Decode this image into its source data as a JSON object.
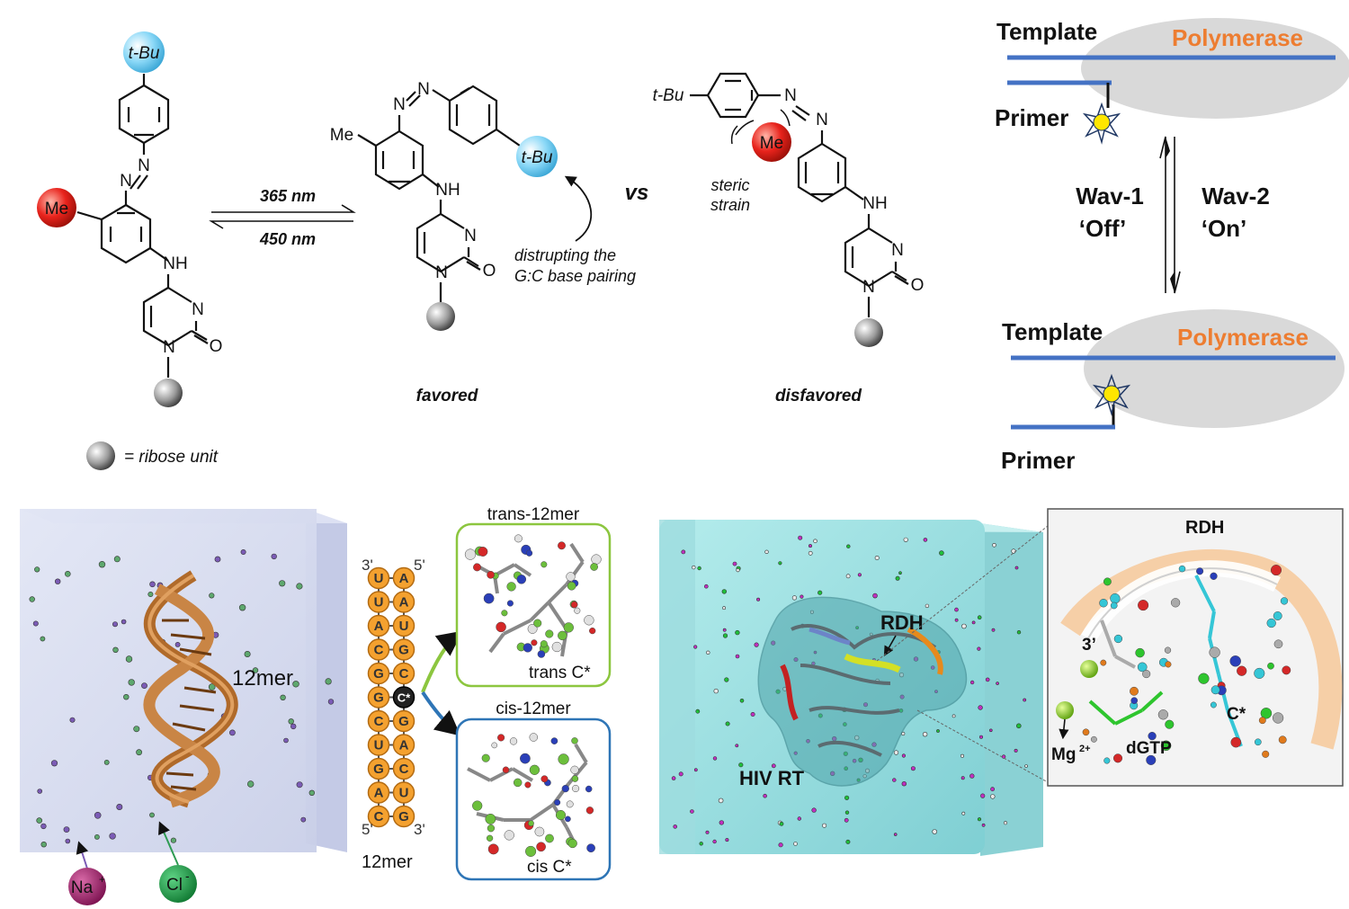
{
  "chemistry": {
    "tbu": "t-Bu",
    "me": "Me",
    "nh": "NH",
    "n": "N",
    "o": "O",
    "forward_wavelength": "365 nm",
    "reverse_wavelength": "450 nm",
    "versus": "vs",
    "favored": "favored",
    "disfavored": "disfavored",
    "annotation_line1": "distrupting the",
    "annotation_line2": "G:C base pairing",
    "steric_line1": "steric",
    "steric_line2": "strain",
    "legend_text": "= ribose unit"
  },
  "polymerase_scheme": {
    "template": "Template",
    "primer": "Primer",
    "polymerase": "Polymerase",
    "wav1_line1": "Wav-1",
    "wav1_line2": "‘Off’",
    "wav2_line1": "Wav-2",
    "wav2_line2": "‘On’"
  },
  "simulation_box": {
    "duplex_label": "12mer",
    "na_label": "Na",
    "na_charge": "+",
    "cl_label": "Cl",
    "cl_charge": "-"
  },
  "sequence": {
    "left_strand": [
      "U",
      "U",
      "A",
      "C",
      "G",
      "G",
      "C",
      "U",
      "G",
      "A",
      "C"
    ],
    "right_strand": [
      "A",
      "A",
      "U",
      "G",
      "C",
      "C*",
      "G",
      "A",
      "C",
      "U",
      "G"
    ],
    "top_left_end": "3'",
    "top_right_end": "5'",
    "bottom_left_end": "5'",
    "bottom_right_end": "3'",
    "label": "12mer",
    "trans_title": "trans-12mer",
    "trans_label": "trans C*",
    "cis_title": "cis-12mer",
    "cis_label": "cis C*"
  },
  "rt_panel": {
    "hiv_label": "HIV RT",
    "rdh_label": "RDH",
    "inset_rdh": "RDH",
    "three_prime": "3’",
    "c_star": "C*",
    "mg": "Mg",
    "mg_charge": "2+",
    "dgtp": "dGTP"
  },
  "colors": {
    "strand_blue": "#4472c4",
    "polymerase_orange": "#ed7d31",
    "polymerase_gray": "#d9d9d9",
    "me_red": "#e8231c",
    "tbu_blue": "#7fd3f5",
    "water_lavender": "#d5daf0",
    "water_cyan": "#a6e3e3",
    "nucleotide_orange": "#f4a12f",
    "trans_box": "#8cc63f",
    "cis_box": "#2e75b6",
    "na_purple": "#a4286f",
    "cl_green": "#1fa347"
  }
}
